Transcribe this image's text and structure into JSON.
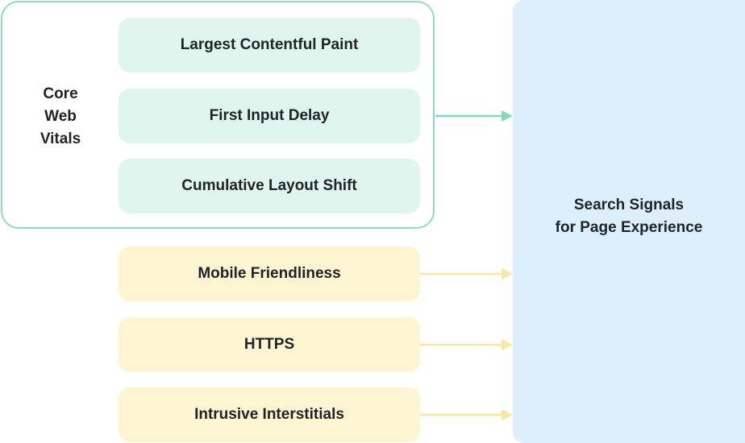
{
  "group": {
    "label": "Core\nWeb\nVitals",
    "items": [
      "Largest Contentful Paint",
      "First Input Delay",
      "Cumulative Layout Shift"
    ]
  },
  "other_signals": [
    "Mobile Friendliness",
    "HTTPS",
    "Intrusive Interstitials"
  ],
  "target": {
    "line1": "Search Signals",
    "line2": "for Page Experience"
  },
  "colors": {
    "core_web_vitals_border": "#8fdcc4",
    "core_web_vitals_fill": "#e1f5ef",
    "core_web_vitals_arrow": "#86d7bd",
    "other_fill": "#fdf4d2",
    "other_arrow": "#f8e7a6",
    "target_fill": "#ddeefd"
  }
}
